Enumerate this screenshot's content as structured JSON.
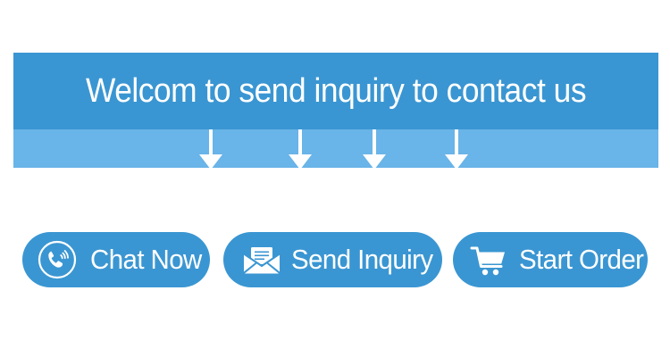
{
  "banner": {
    "title": "Welcom to send inquiry to contact us",
    "top_color": "#3a96d2",
    "bottom_color": "#69b4e8",
    "text_color": "#ffffff"
  },
  "arrows": {
    "icon": "arrow-down-icon",
    "color": "#ffffff",
    "count": 4,
    "positions": [
      223,
      323,
      406,
      498
    ]
  },
  "buttons": [
    {
      "id": "chat-now",
      "label": "Chat Now",
      "icon": "phone-call-icon",
      "bg_color": "#3a96d2",
      "text_color": "#ffffff"
    },
    {
      "id": "send-inquiry",
      "label": "Send Inquiry",
      "icon": "envelope-icon",
      "bg_color": "#3a96d2",
      "text_color": "#ffffff"
    },
    {
      "id": "start-order",
      "label": "Start Order",
      "icon": "shopping-cart-icon",
      "bg_color": "#3a96d2",
      "text_color": "#ffffff"
    }
  ]
}
